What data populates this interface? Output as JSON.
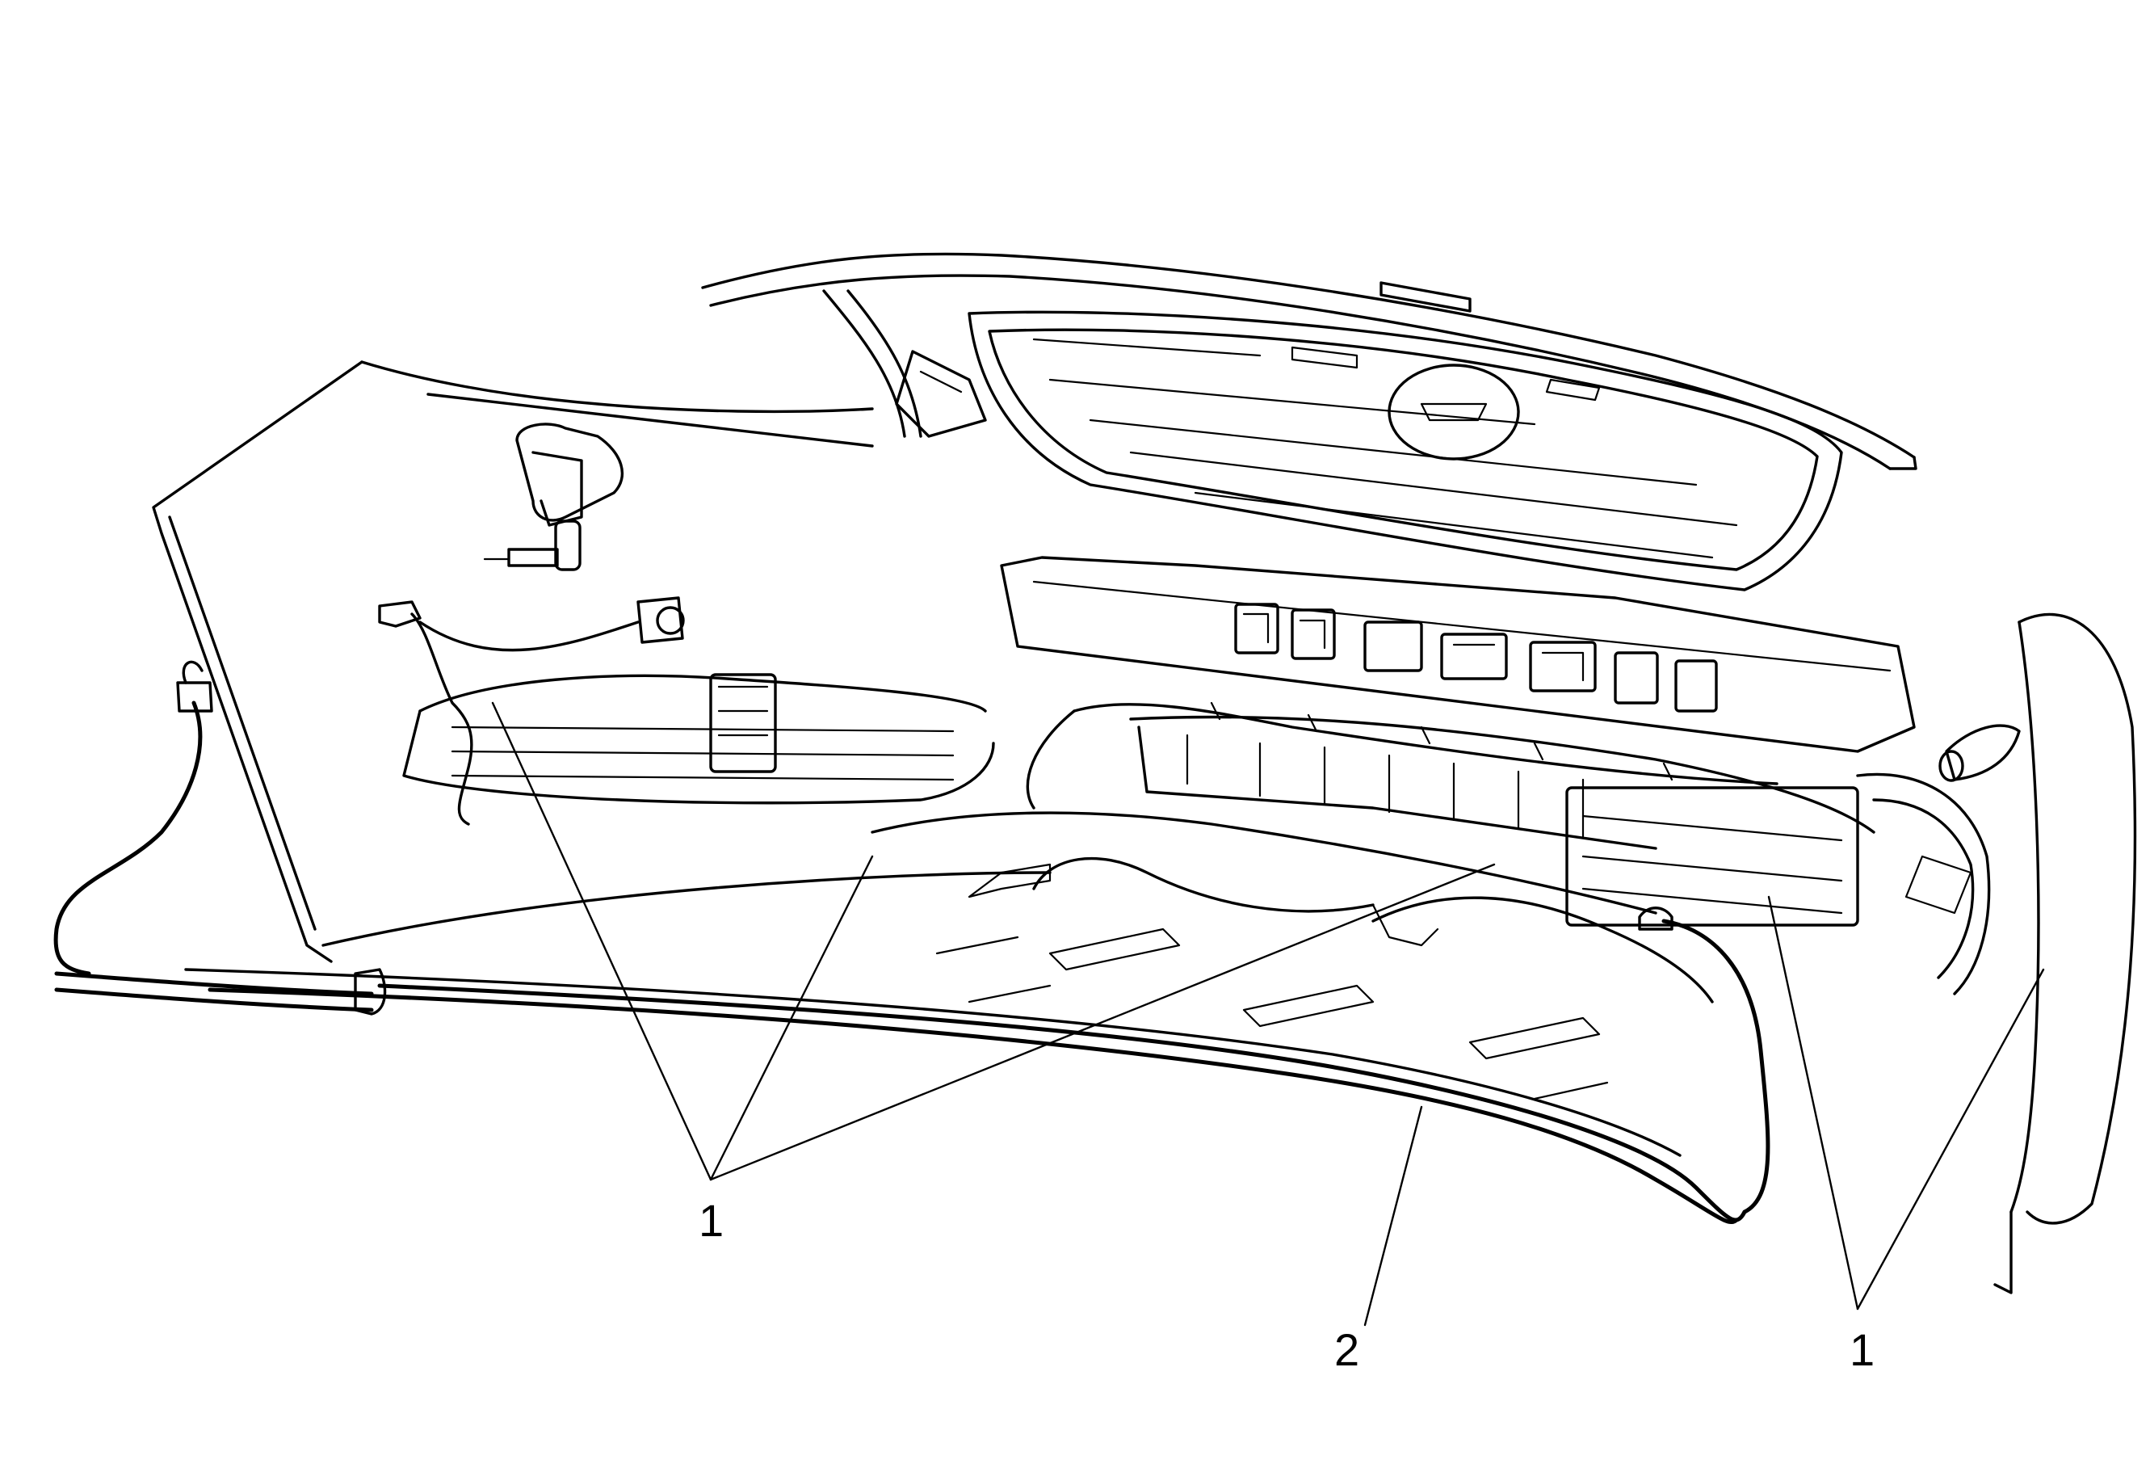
{
  "callouts": {
    "left_1": "1",
    "bottom_2": "2",
    "right_1": "1"
  }
}
